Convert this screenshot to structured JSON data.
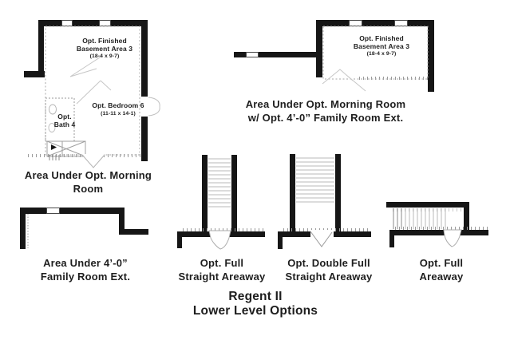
{
  "title": {
    "line1": "Regent II",
    "line2": "Lower Level Options"
  },
  "plans": {
    "morning_room": {
      "caption1": "Area Under Opt. Morning",
      "caption2": "Room",
      "basement1": "Opt. Finished",
      "basement2": "Basement Area 3",
      "basement_dims": "(18-4 x 9-7)",
      "bedroom": "Opt. Bedroom 6",
      "bedroom_dims": "(11-11 x 14-1)",
      "bath1": "Opt.",
      "bath2": "Bath 4"
    },
    "morning_room_ext": {
      "caption1": "Area Under Opt. Morning Room",
      "caption2": "w/ Opt. 4’-0” Family Room Ext.",
      "basement1": "Opt. Finished",
      "basement2": "Basement Area 3",
      "basement_dims": "(18-4 x 9-7)"
    },
    "family_room_ext": {
      "caption1": "Area Under 4’-0”",
      "caption2": "Family Room Ext."
    },
    "areaway_full_straight": {
      "caption1": "Opt. Full",
      "caption2": "Straight Areaway"
    },
    "areaway_double_full": {
      "caption1": "Opt. Double Full",
      "caption2": "Straight Areaway"
    },
    "areaway_full": {
      "caption1": "Opt. Full",
      "caption2": "Areaway"
    }
  },
  "colors": {
    "wall": "#161616",
    "text": "#1e1e1e",
    "detail_line": "#b5b5b5",
    "dash_line": "#9a9a9a"
  }
}
